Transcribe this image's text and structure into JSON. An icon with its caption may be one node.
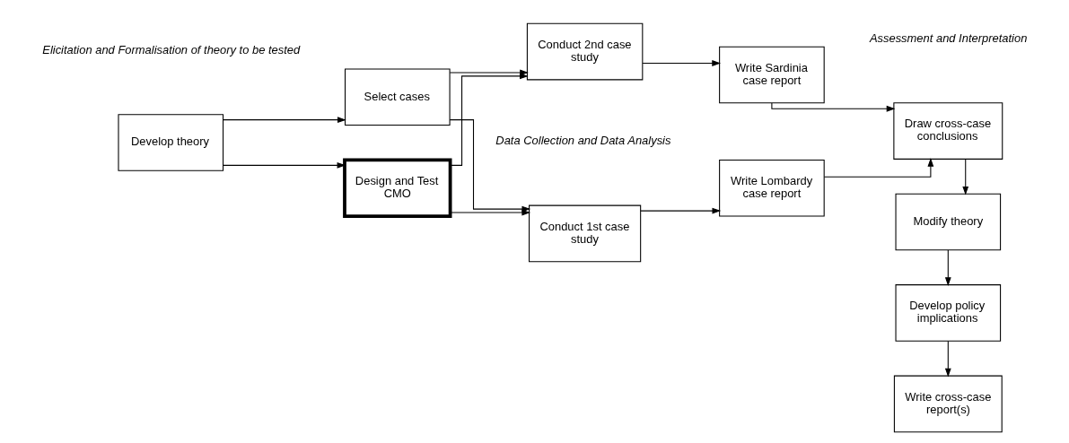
{
  "diagram": {
    "nodes": [
      {
        "text": [
          "Develop theory"
        ]
      },
      {
        "text": [
          "Select cases"
        ]
      },
      {
        "text": [
          "Design and Test CMO"
        ]
      },
      {
        "text": [
          "Conduct 1st case study"
        ]
      },
      {
        "text": [
          "Write Lombardy case report"
        ]
      },
      {
        "text": [
          "Conduct 2nd case study"
        ]
      },
      {
        "text": [
          "Write Sardinia case report"
        ]
      },
      {
        "text": [
          "Draw cross-case conclusions"
        ]
      },
      {
        "text": [
          "Modify theory"
        ]
      },
      {
        "text": [
          "Develop policy implications"
        ]
      },
      {
        "text": [
          "Write cross-case report(s)"
        ]
      }
    ],
    "edges": [
      {
        "from": 0,
        "to": 1,
        "arrow": "to"
      },
      {
        "from": 0,
        "to": 2,
        "arrow": "to"
      },
      {
        "from": 1,
        "to": 3,
        "arrow": "to"
      },
      {
        "from": 1,
        "to": 5,
        "arrow": "to"
      },
      {
        "from": 2,
        "to": 3,
        "arrow": "to"
      },
      {
        "from": 2,
        "to": 5,
        "arrow": "to"
      },
      {
        "from": 3,
        "to": 4,
        "arrow": "to"
      },
      {
        "from": 5,
        "to": 6,
        "arrow": "to"
      },
      {
        "from": 4,
        "to": 7,
        "arrow": "to"
      },
      {
        "from": 6,
        "to": 7,
        "arrow": "to"
      },
      {
        "from": 7,
        "to": 8,
        "arrow": "to"
      },
      {
        "from": 8,
        "to": 9,
        "arrow": "to"
      },
      {
        "from": 9,
        "to": 10,
        "arrow": "to"
      }
    ],
    "labels": [
      "Elicitation and Formalisation of theory to be tested",
      "Data Collection and Data Analysis",
      "Assessment and Interpretation"
    ]
  }
}
